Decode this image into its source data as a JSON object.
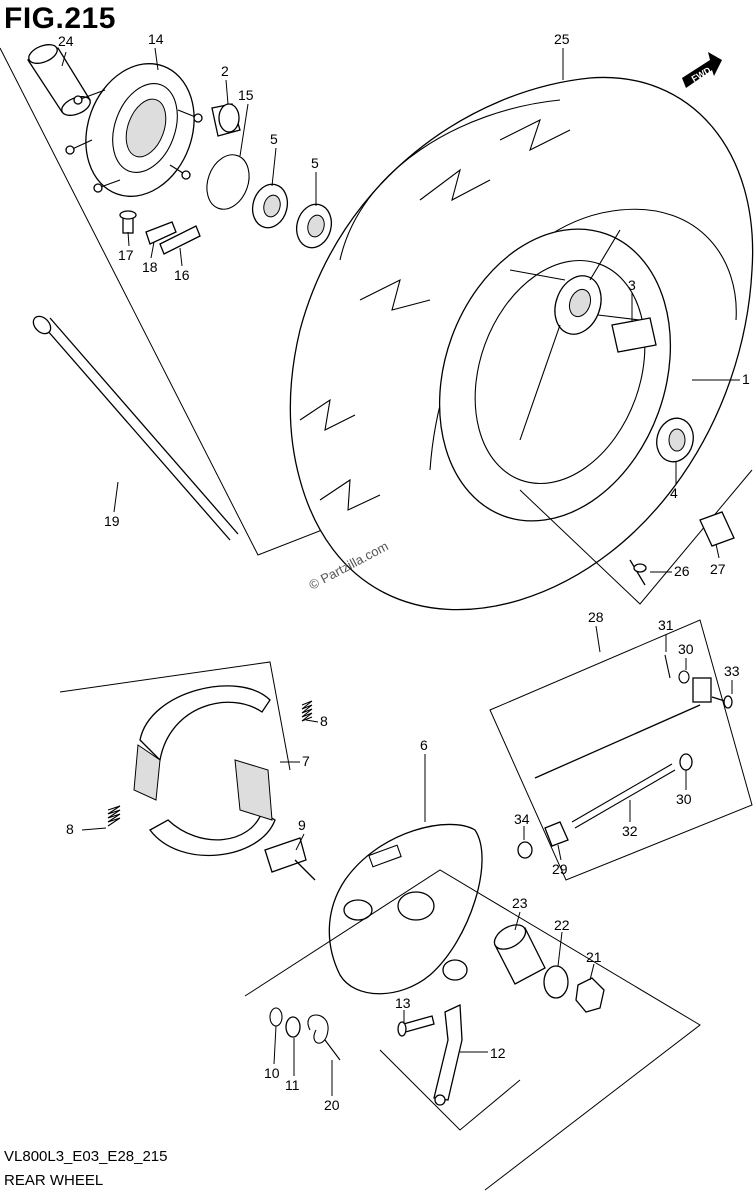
{
  "figure": {
    "title": "FIG.215",
    "code": "VL800L3_E03_E28_215",
    "name": "REAR WHEEL",
    "watermark": "© Partzilla.com",
    "fwd_label": "FWD"
  },
  "callouts": [
    "24",
    "14",
    "2",
    "15",
    "5",
    "5",
    "25",
    "17",
    "18",
    "16",
    "3",
    "1",
    "4",
    "19",
    "26",
    "27",
    "28",
    "31",
    "30",
    "33",
    "8",
    "7",
    "6",
    "30",
    "34",
    "32",
    "29",
    "8",
    "9",
    "23",
    "22",
    "21",
    "13",
    "10",
    "11",
    "12",
    "20"
  ]
}
